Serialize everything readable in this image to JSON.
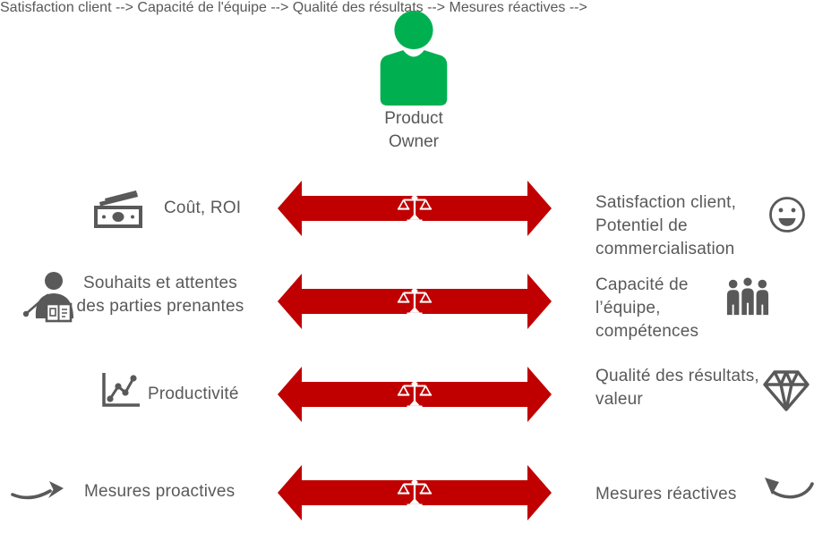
{
  "product_owner": {
    "line1": "Product",
    "line2": "Owner"
  },
  "colors": {
    "green": "#00B050",
    "red": "#C00000",
    "gray": "#595959"
  },
  "rows": [
    {
      "left": {
        "icon": "money-icon",
        "lines": [
          "Coût, ROI"
        ]
      },
      "center": {
        "icon": "scales-icon"
      },
      "right": {
        "icon": "smiley-icon",
        "lines": [
          "Satisfaction client,",
          "Potentiel de",
          "commercialisation"
        ]
      }
    },
    {
      "left": {
        "icon": "presenter-icon",
        "lines": [
          "Souhaits et attentes",
          "des parties prenantes"
        ]
      },
      "center": {
        "icon": "scales-icon"
      },
      "right": {
        "icon": "team-icon",
        "lines": [
          "Capacité de",
          "l’équipe,",
          "compétences"
        ]
      }
    },
    {
      "left": {
        "icon": "line-chart-icon",
        "lines": [
          "Productivité"
        ]
      },
      "center": {
        "icon": "scales-icon"
      },
      "right": {
        "icon": "diamond-icon",
        "lines": [
          "Qualité des résultats,",
          "valeur"
        ]
      }
    },
    {
      "left": {
        "icon": "proactive-arrow-icon",
        "lines": [
          "Mesures proactives"
        ]
      },
      "center": {
        "icon": "scales-icon"
      },
      "right": {
        "icon": "reactive-arrow-icon",
        "lines": [
          "Mesures réactives"
        ]
      }
    }
  ]
}
